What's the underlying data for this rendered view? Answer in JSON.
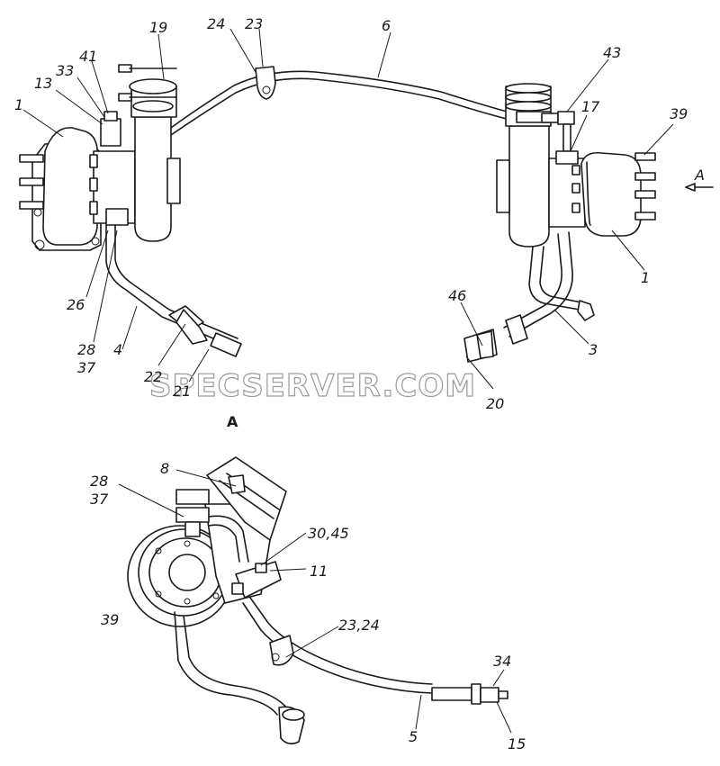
{
  "watermark": "SPECSERVER.COM",
  "view_label": "A",
  "arrow_label": "A",
  "callouts_top": [
    {
      "id": "c1",
      "text": "19"
    },
    {
      "id": "c2",
      "text": "24"
    },
    {
      "id": "c3",
      "text": "23"
    },
    {
      "id": "c4",
      "text": "6"
    },
    {
      "id": "c5",
      "text": "43"
    },
    {
      "id": "c6",
      "text": "41"
    },
    {
      "id": "c7",
      "text": "33"
    },
    {
      "id": "c8",
      "text": "13"
    },
    {
      "id": "c9",
      "text": "1"
    },
    {
      "id": "c10",
      "text": "17"
    },
    {
      "id": "c11",
      "text": "39"
    },
    {
      "id": "c12",
      "text": "1"
    },
    {
      "id": "c13",
      "text": "26"
    },
    {
      "id": "c14",
      "text": "28"
    },
    {
      "id": "c15",
      "text": "37"
    },
    {
      "id": "c16",
      "text": "4"
    },
    {
      "id": "c17",
      "text": "22"
    },
    {
      "id": "c18",
      "text": "21"
    },
    {
      "id": "c19",
      "text": "46"
    },
    {
      "id": "c20",
      "text": "3"
    },
    {
      "id": "c21",
      "text": "20"
    }
  ],
  "callouts_bottom": [
    {
      "id": "d1",
      "text": "8"
    },
    {
      "id": "d2",
      "text": "28"
    },
    {
      "id": "d3",
      "text": "37"
    },
    {
      "id": "d4",
      "text": "30,45"
    },
    {
      "id": "d5",
      "text": "11"
    },
    {
      "id": "d6",
      "text": "39"
    },
    {
      "id": "d7",
      "text": "23,24"
    },
    {
      "id": "d8",
      "text": "34"
    },
    {
      "id": "d9",
      "text": "5"
    },
    {
      "id": "d10",
      "text": "15"
    }
  ]
}
